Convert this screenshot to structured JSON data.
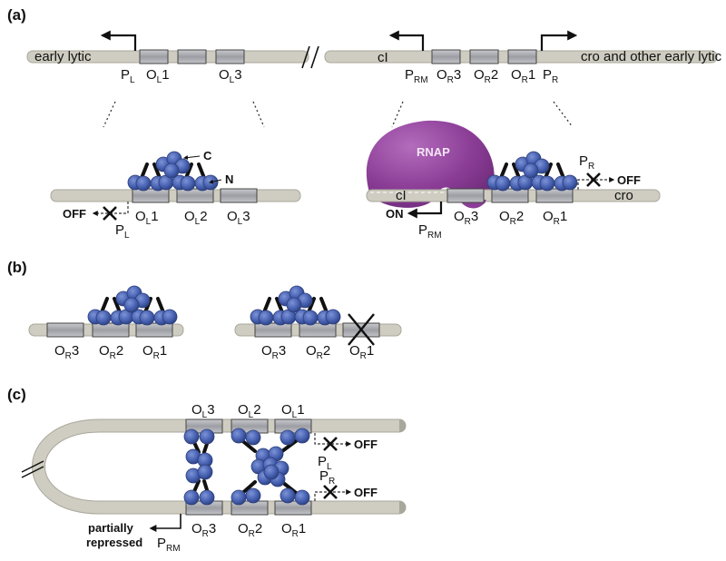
{
  "panels": {
    "a": "(a)",
    "b": "(b)",
    "c": "(c)"
  },
  "panel_a": {
    "early_lytic": "early lytic",
    "ci_gene": "cI",
    "cro_text": "cro and other early lytic",
    "pl": {
      "main": "P",
      "sub": "L"
    },
    "prm": {
      "main": "P",
      "sub": "RM"
    },
    "pr": {
      "main": "P",
      "sub": "R"
    },
    "ol1": {
      "main": "O",
      "sub": "L",
      "num": "1"
    },
    "ol2": {
      "main": "O",
      "sub": "L",
      "num": "2"
    },
    "ol3": {
      "main": "O",
      "sub": "L",
      "num": "3"
    },
    "or1": {
      "main": "O",
      "sub": "R",
      "num": "1"
    },
    "or2": {
      "main": "O",
      "sub": "R",
      "num": "2"
    },
    "or3": {
      "main": "O",
      "sub": "R",
      "num": "3"
    },
    "c_term": "C",
    "n_term": "N",
    "off": "OFF",
    "on": "ON",
    "rnap": "RNAP",
    "ci_lower": "cI",
    "cro_lower": "cro"
  },
  "panel_c": {
    "partially": "partially",
    "repressed": "repressed",
    "off": "OFF"
  },
  "colors": {
    "dna": "#cfcdc1",
    "operator": "#a9aab0",
    "ci_protein": "#4a64b4",
    "rnap": "#8b3d96"
  }
}
